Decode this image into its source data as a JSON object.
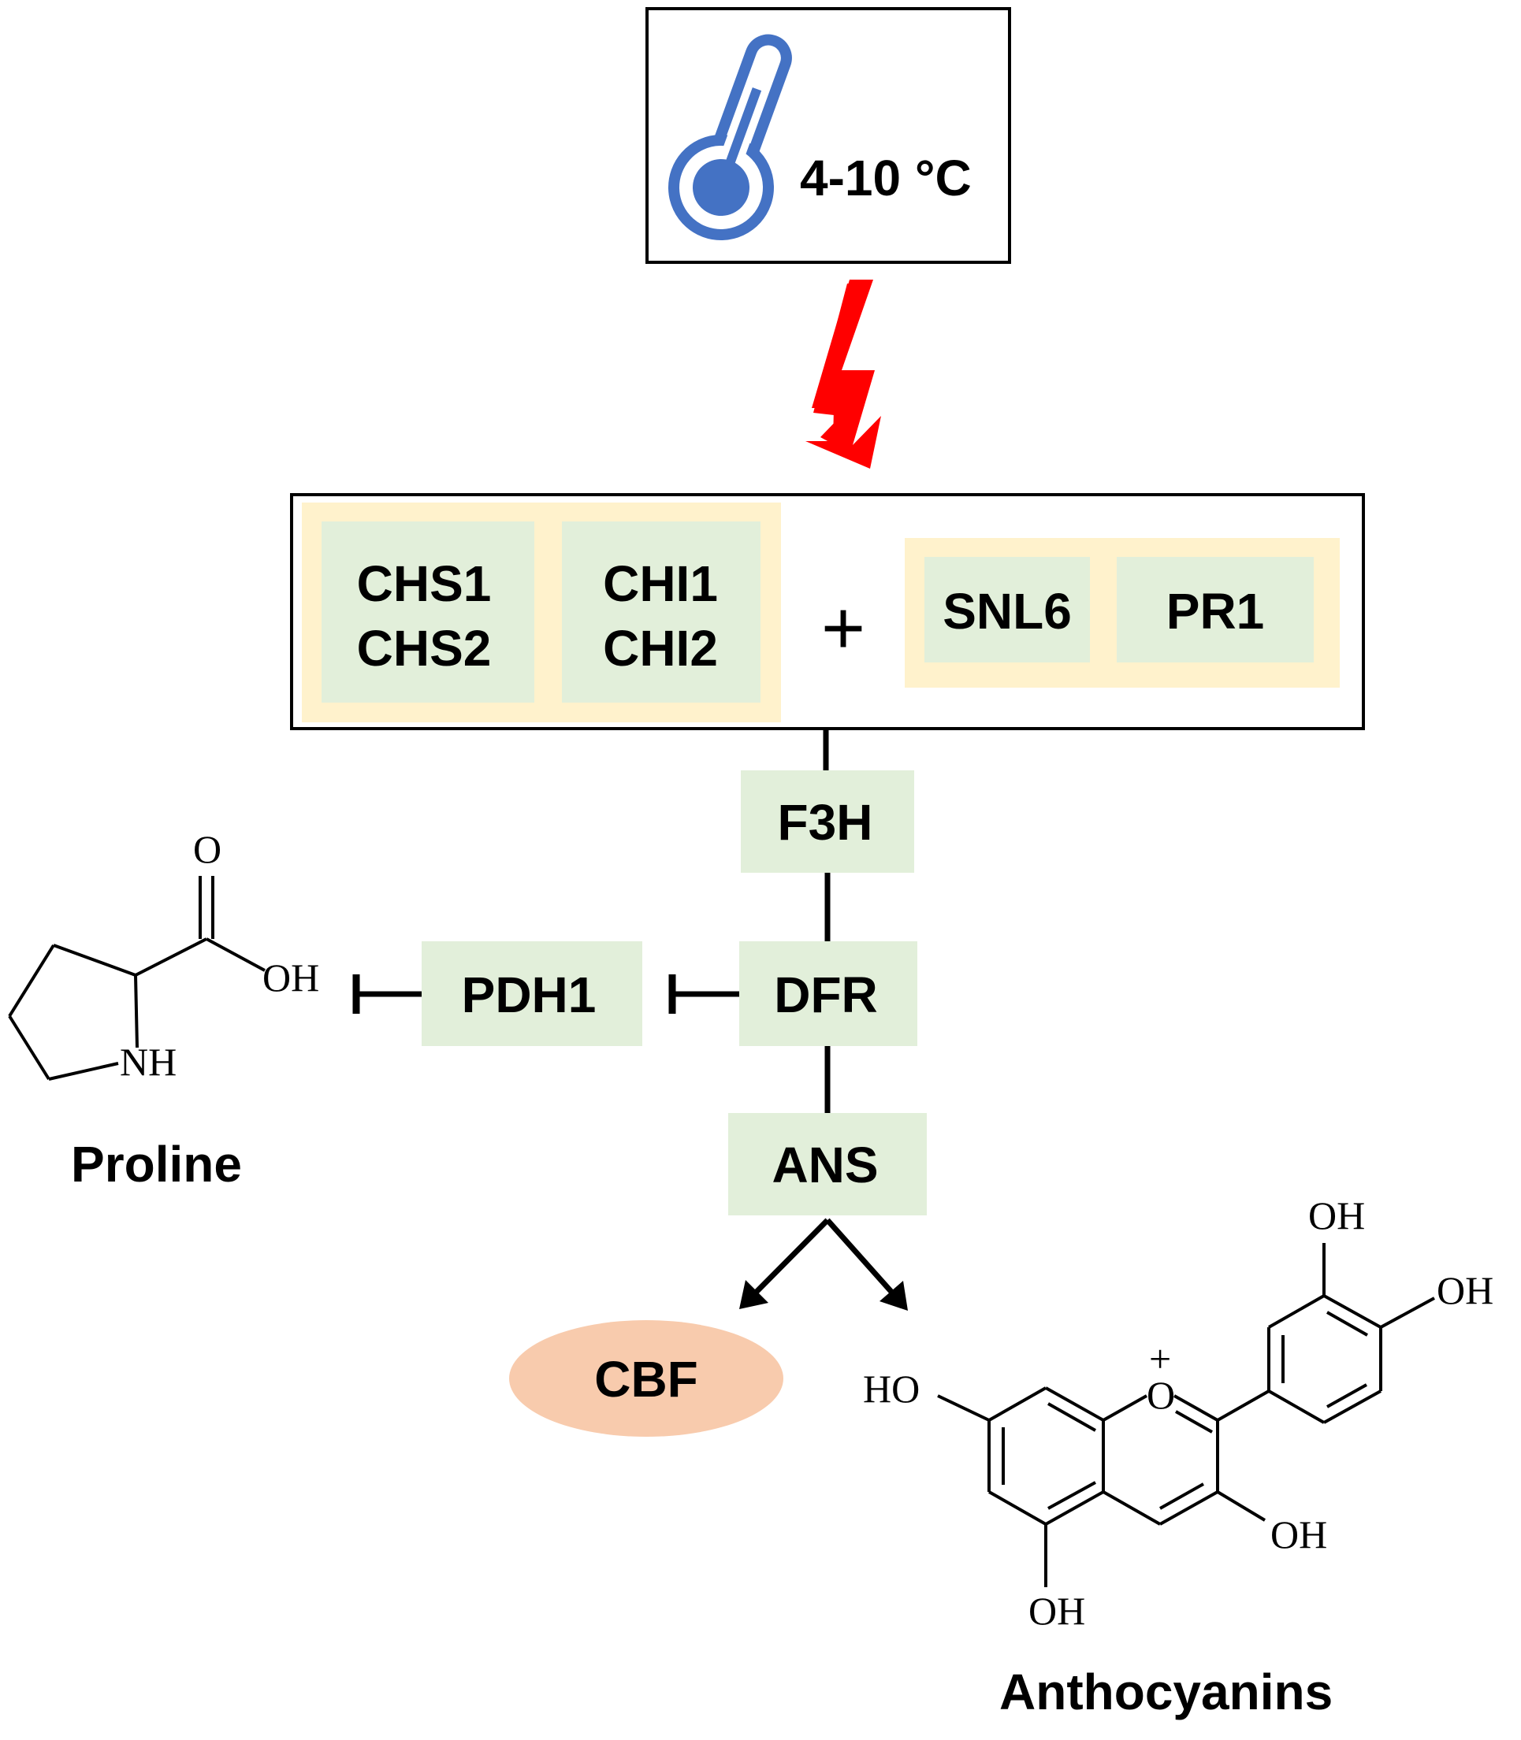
{
  "stimulus": {
    "temperature_label": "4-10 °C",
    "icon": "thermometer-icon",
    "icon_color": "#4472C4"
  },
  "signal_icon": "lightning-bolt-icon",
  "signal_color": "#FF0000",
  "gene_group": {
    "group1": {
      "box1": [
        "CHS1",
        "CHS2"
      ],
      "box2": [
        "CHI1",
        "CHI2"
      ]
    },
    "plus_sign": "+",
    "group2": {
      "box1": "SNL6",
      "box2": "PR1"
    }
  },
  "pathway": {
    "f3h": "F3H",
    "dfr": "DFR",
    "ans": "ANS",
    "pdh1": "PDH1",
    "cbf": "CBF"
  },
  "proline": {
    "name": "Proline",
    "atoms": {
      "o": "O",
      "oh": "OH",
      "nh": "NH"
    }
  },
  "anthocyanin": {
    "name": "Anthocyanins",
    "atoms": {
      "oh_top": "OH",
      "oh_right": "OH",
      "ho_left": "HO",
      "o_ring": "O",
      "charge": "+",
      "oh_c3": "OH",
      "oh_bottom": "OH"
    }
  },
  "colors": {
    "gene_box_fill": "#E2EFDA",
    "gene_group_fill": "#FFF2CC",
    "cbf_fill": "#F8CBAD"
  }
}
